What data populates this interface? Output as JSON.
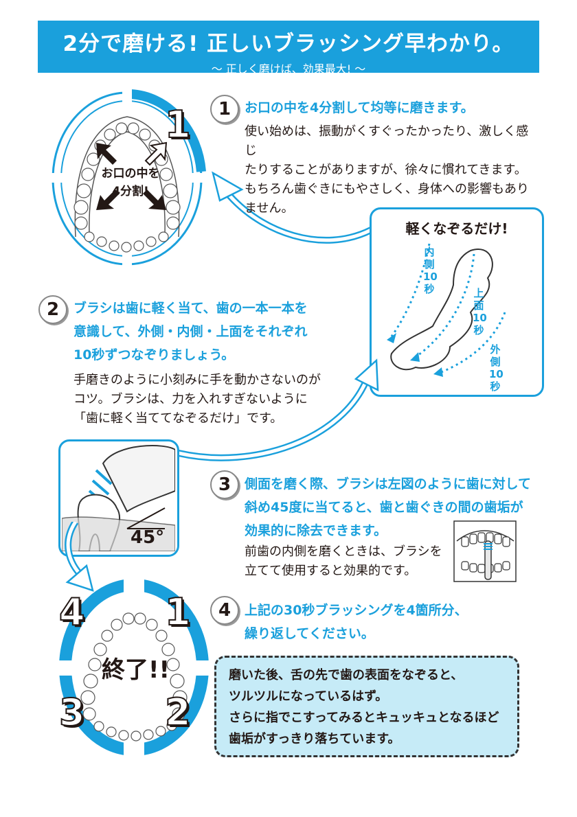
{
  "banner": {
    "title": "2分で磨ける! 正しいブラッシング早わかり。",
    "subtitle": "〜 正しく磨けば、効果最大! 〜"
  },
  "top_jaw": {
    "label_line1": "お口の中を",
    "label_line2": "4分割!",
    "quadrant_number": "1"
  },
  "steps": [
    {
      "number": "1",
      "heading": "お口の中を4分割して均等に磨きます。",
      "body_lines": [
        "使い始めは、振動がくすぐったかったり、激しく感じ",
        "たりすることがありますが、徐々に慣れてきます。",
        "もちろん歯ぐきにもやさしく、身体への影響もあり",
        "ません。"
      ]
    },
    {
      "number": "2",
      "heading_lines": [
        "ブラシは歯に軽く当て、歯の一本一本を",
        "意識して、外側・内側・上面をそれぞれ",
        "10秒ずつなぞりましょう。"
      ],
      "body_lines": [
        "手磨きのように小刻みに手を動かさないのが",
        "コツ。ブラシは、力を入れすぎないように",
        "「歯に軽く当ててなぞるだけ」です。"
      ]
    },
    {
      "number": "3",
      "heading_lines": [
        "側面を磨く際、ブラシは左図のように歯に対して",
        "斜め45度に当てると、歯と歯ぐきの間の歯垢が",
        "効果的に除去できます。"
      ],
      "body_lines": [
        "前歯の内側を磨くときは、ブラシを",
        "立てて使用すると効果的です。"
      ]
    },
    {
      "number": "4",
      "heading_lines": [
        "上記の30秒ブラッシングを4箇所分、",
        "繰り返してください。"
      ]
    }
  ],
  "trace_box": {
    "title": "軽くなぞるだけ!",
    "inner_label": "内側10秒",
    "top_label": "上面10秒",
    "outer_label": "外側10秒"
  },
  "angle_label": "45°",
  "bottom_jaw": {
    "done_label": "終了!!",
    "numbers": [
      "4",
      "1",
      "3",
      "2"
    ]
  },
  "tip": {
    "lines": [
      "磨いた後、舌の先で歯の表面をなぞると、",
      "ツルツルになっているはず。",
      "さらに指でこすってみるとキュッキュとなるほど",
      "歯垢がすっきり落ちています。"
    ]
  },
  "colors": {
    "accent": "#1aa0dc",
    "light_blue": "#c6ebf7",
    "text": "#231815"
  }
}
